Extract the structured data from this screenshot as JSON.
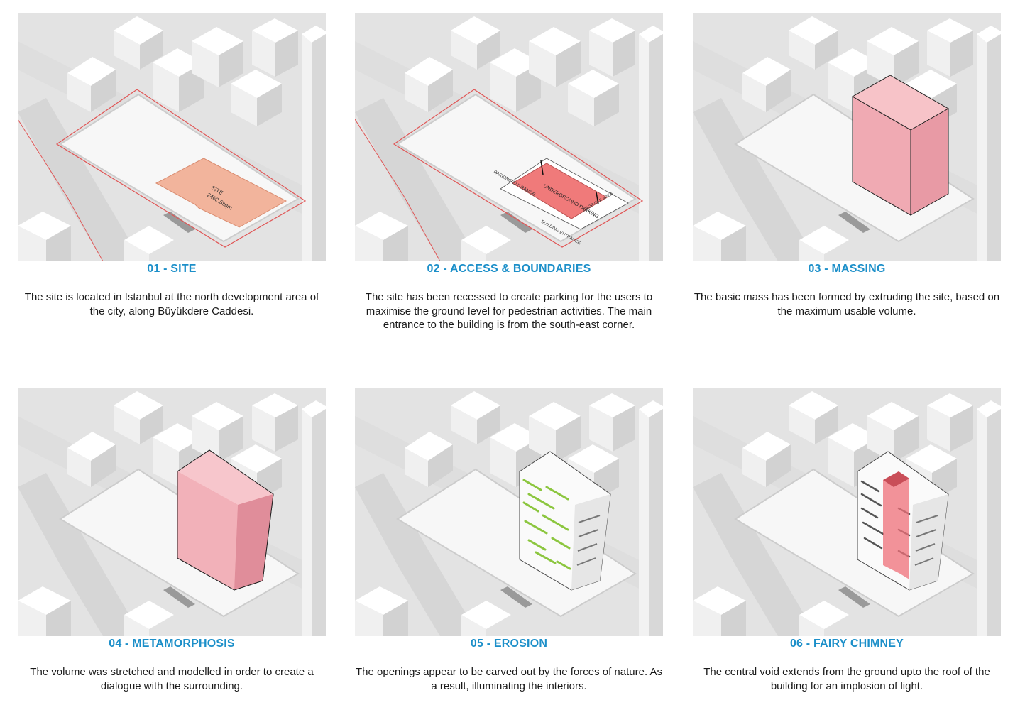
{
  "panels": [
    {
      "title": "01 - SITE",
      "caption": "The site is located in Istanbul at the north development area of the city, along Büyükdere Caddesi.",
      "labels": {
        "site": "SITE",
        "area": "2462.5sqm"
      }
    },
    {
      "title": "02 - ACCESS & BOUNDARIES",
      "caption": "The site has been recessed to create parking for the users to maximise the ground level for pedestrian activities. The main entrance to the building is from the south-east corner.",
      "labels": {
        "parking_entrance": "PARKING ENTRANCE",
        "underground_parking": "UNDERGROUND PARKING",
        "building_entrance": "BUILDING ENTRANCE",
        "drop_off": "DROP OFF AREA"
      }
    },
    {
      "title": "03 - MASSING",
      "caption": "The basic mass has been formed by extruding the site, based on the maximum usable volume."
    },
    {
      "title": "04 - METAMORPHOSIS",
      "caption": "The volume was stretched and modelled in order to create a dialogue with the surrounding."
    },
    {
      "title": "05 - EROSION",
      "caption": "The openings appear to be carved out by the forces of nature. As a result, illuminating the interiors."
    },
    {
      "title": "06 - FAIRY CHIMNEY",
      "caption": "The central void extends from the ground upto the roof of the building for an implosion of light."
    }
  ],
  "colors": {
    "title_blue": "#1c8fc9",
    "site_orange": "#f2b49c",
    "mass_pink": "#f0aab3",
    "green": "#8cc63f",
    "route_red": "#e05555"
  }
}
